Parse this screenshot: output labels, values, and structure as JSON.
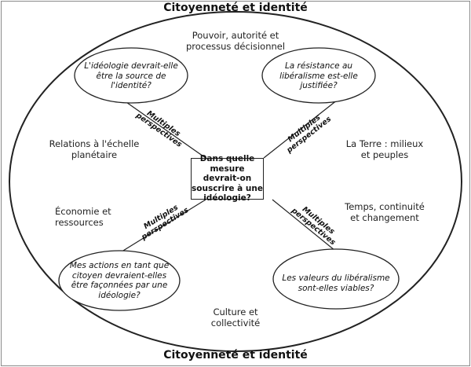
{
  "title_top": "Citoyenneté et identité",
  "title_bottom": "Citoyenneté et identité",
  "central_question": "Dans quelle\nmesure devrait-on\nsouscrire à une\nidéologie?",
  "questions": {
    "top_left": "L'idéologie devrait-elle\nêtre la source de\nl'identité?",
    "top_right": "La résistance au\nlibéralisme est-elle\njustifiée?",
    "bottom_left": "Mes actions en tant que\ncitoyen devraient-elles\nêtre façonnées par une\nidéologie?",
    "bottom_right": "Les valeurs du libéralisme\nsont-elles viables?"
  },
  "perspectives_label": "Multiples\nperspectives",
  "themes": {
    "top": "Pouvoir, autorité et\nprocessus décisionnel",
    "left_upper": "Relations à l'échelle\nplanétaire",
    "left_lower": "Économie et\nressources",
    "right_upper": "La Terre : milieux\net peuples",
    "right_lower": "Temps, continuité\net changement",
    "bottom": "Culture et\ncollectivité"
  },
  "colors": {
    "stroke": "#222222",
    "frame": "#8a8a8a",
    "background": "#ffffff"
  }
}
